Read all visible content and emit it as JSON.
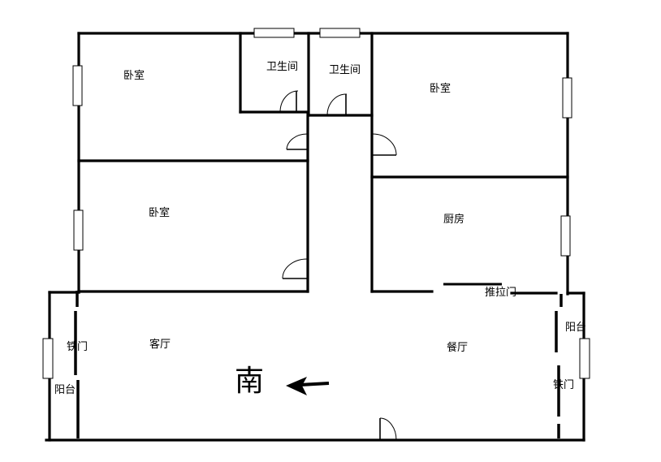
{
  "plan": {
    "rooms": [
      {
        "id": "bedroom-nw",
        "label": "卧室"
      },
      {
        "id": "bathroom-1",
        "label": "卫生间"
      },
      {
        "id": "bathroom-2",
        "label": "卫生间"
      },
      {
        "id": "bedroom-ne",
        "label": "卧室"
      },
      {
        "id": "bedroom-w",
        "label": "卧室"
      },
      {
        "id": "kitchen",
        "label": "厨房"
      },
      {
        "id": "living-room",
        "label": "客厅"
      },
      {
        "id": "dining-room",
        "label": "餐厅"
      },
      {
        "id": "balcony-west",
        "label": "阳台"
      },
      {
        "id": "balcony-east",
        "label": "阳台"
      }
    ],
    "annotations": {
      "iron_door_west": "铁门",
      "iron_door_east": "铁门",
      "sliding_door": "推拉门"
    },
    "compass": {
      "label": "南",
      "direction": "left"
    },
    "colors": {
      "wall": "#000000",
      "background": "#ffffff"
    }
  }
}
